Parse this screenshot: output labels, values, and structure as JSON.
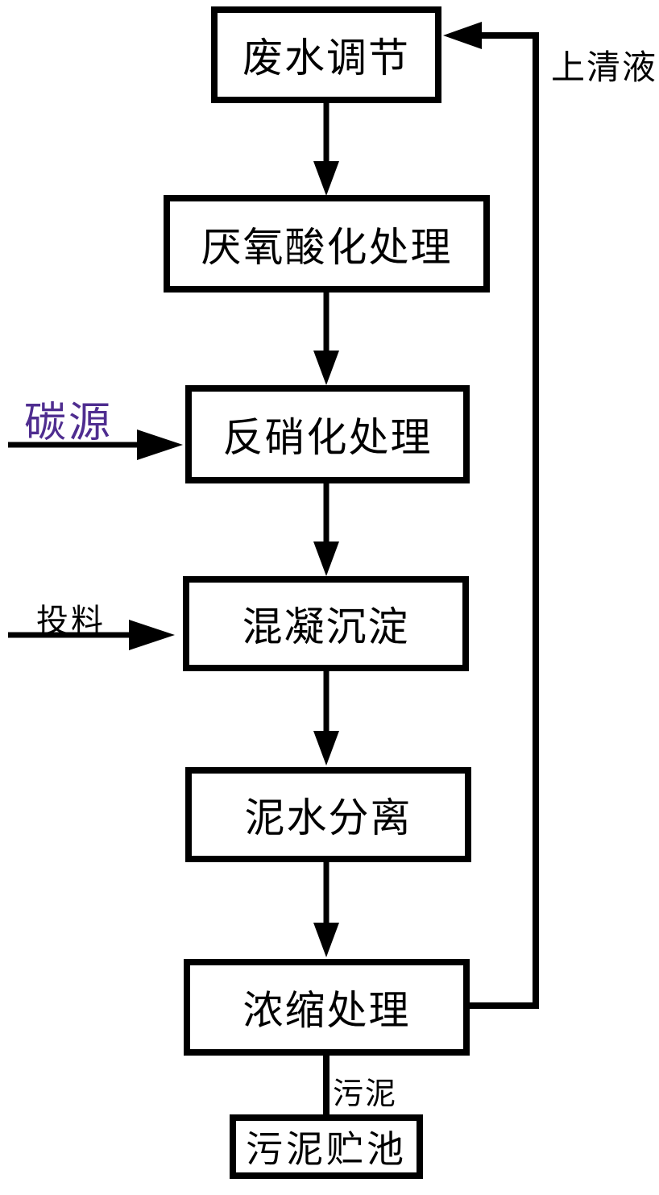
{
  "diagram": {
    "type": "flowchart",
    "description": "wastewater treatment process flow diagram",
    "nodes": [
      {
        "id": "wastewater-regulation",
        "label": "废水调节"
      },
      {
        "id": "anaerobic-acidification",
        "label": "厌氧酸化处理"
      },
      {
        "id": "denitrification",
        "label": "反硝化处理"
      },
      {
        "id": "coagulation-sedimentation",
        "label": "混凝沉淀"
      },
      {
        "id": "mud-water-separation",
        "label": "泥水分离"
      },
      {
        "id": "thickening-treatment",
        "label": "浓缩处理"
      },
      {
        "id": "sludge-storage-pool",
        "label": "污泥贮池"
      }
    ],
    "edge_labels": {
      "carbon_source": "碳源",
      "feeding": "投料",
      "supernatant": "上清液",
      "sludge": "污泥"
    },
    "edges": [
      {
        "from": "wastewater-regulation",
        "to": "anaerobic-acidification",
        "arrow": true
      },
      {
        "from": "anaerobic-acidification",
        "to": "denitrification",
        "arrow": true
      },
      {
        "from": "denitrification",
        "to": "coagulation-sedimentation",
        "arrow": true
      },
      {
        "from": "coagulation-sedimentation",
        "to": "mud-water-separation",
        "arrow": true
      },
      {
        "from": "mud-water-separation",
        "to": "thickening-treatment",
        "arrow": true
      },
      {
        "from": "thickening-treatment",
        "to": "sludge-storage-pool",
        "arrow": false,
        "label": "污泥"
      },
      {
        "from": "carbon-source-input",
        "to": "denitrification",
        "arrow": true,
        "label": "碳源"
      },
      {
        "from": "feeding-input",
        "to": "coagulation-sedimentation",
        "arrow": true,
        "label": "投料"
      },
      {
        "from": "thickening-treatment",
        "to": "wastewater-regulation",
        "arrow": true,
        "label": "上清液",
        "route": "right-side-feedback-loop"
      }
    ],
    "colors": {
      "line": "#000000",
      "box_border": "#000000",
      "background": "#ffffff",
      "carbon_source_text": "#4F2D90"
    }
  }
}
